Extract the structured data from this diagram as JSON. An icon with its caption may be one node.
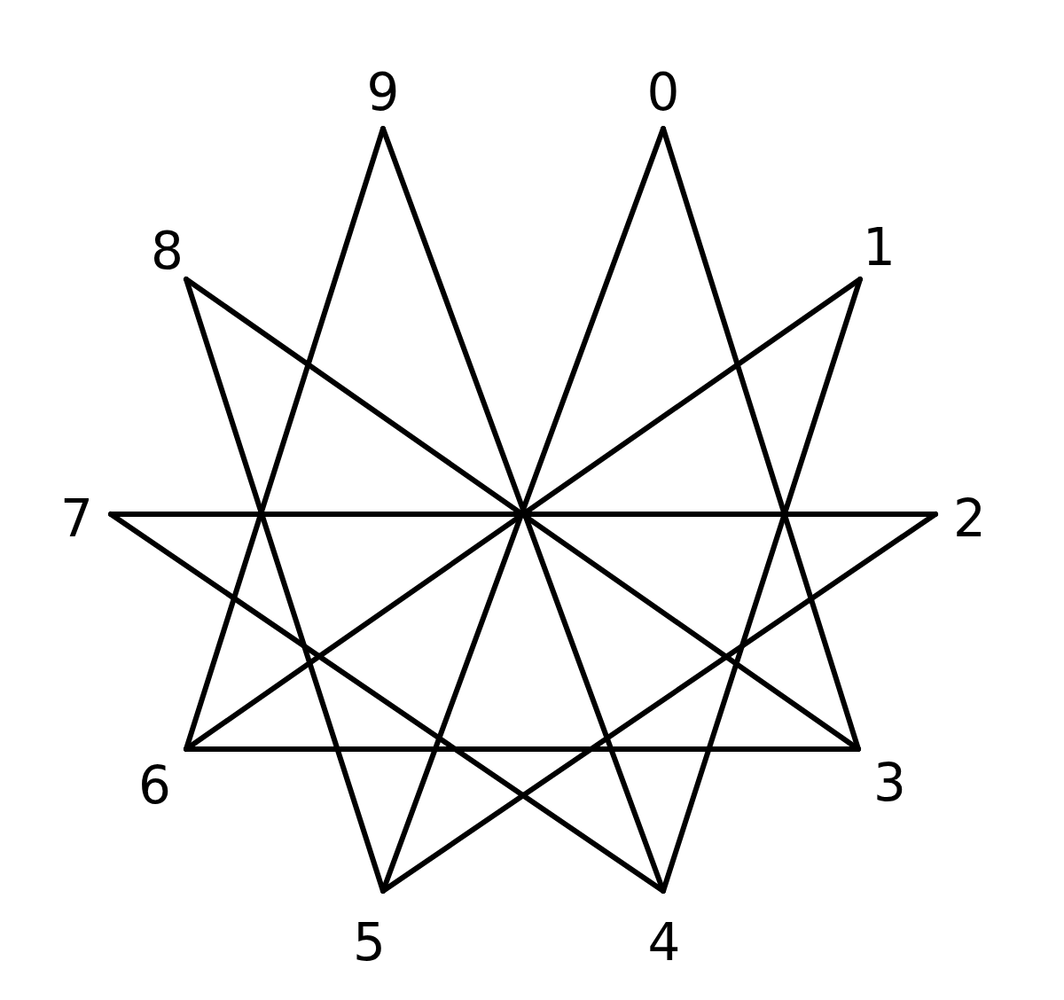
{
  "diagram": {
    "nodes": [
      {
        "text": [
          "0"
        ]
      },
      {
        "text": [
          "1"
        ]
      },
      {
        "text": [
          "2"
        ]
      },
      {
        "text": [
          "3"
        ]
      },
      {
        "text": [
          "4"
        ]
      },
      {
        "text": [
          "5"
        ]
      },
      {
        "text": [
          "6"
        ]
      },
      {
        "text": [
          "7"
        ]
      },
      {
        "text": [
          "8"
        ]
      },
      {
        "text": [
          "9"
        ]
      }
    ],
    "edges": [
      {
        "from": 0,
        "to": 3,
        "arrow": "none"
      },
      {
        "from": 1,
        "to": 4,
        "arrow": "none"
      },
      {
        "from": 2,
        "to": 5,
        "arrow": "none"
      },
      {
        "from": 3,
        "to": 6,
        "arrow": "none"
      },
      {
        "from": 4,
        "to": 7,
        "arrow": "none"
      },
      {
        "from": 5,
        "to": 8,
        "arrow": "none"
      },
      {
        "from": 6,
        "to": 9,
        "arrow": "none"
      },
      {
        "from": 0,
        "to": 5,
        "arrow": "none"
      },
      {
        "from": 1,
        "to": 6,
        "arrow": "none"
      },
      {
        "from": 2,
        "to": 7,
        "arrow": "none"
      },
      {
        "from": 3,
        "to": 8,
        "arrow": "none"
      },
      {
        "from": 4,
        "to": 9,
        "arrow": "none"
      }
    ]
  }
}
